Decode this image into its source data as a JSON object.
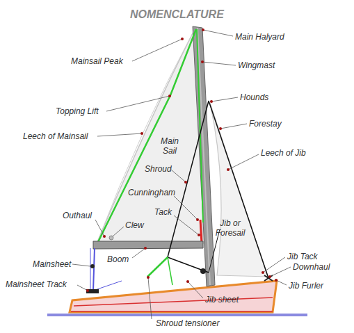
{
  "diagram": {
    "title": "NOMENCLATURE",
    "labels": [
      "Main Halyard",
      "Mainsail Peak",
      "Wingmast",
      "Hounds",
      "Topping Lift",
      "Forestay",
      "Leech of Mainsail",
      "Main Sail",
      "Leech of Jib",
      "Shroud",
      "Cunningham",
      "Tack",
      "Outhaul",
      "Clew",
      "Jib or Foresail",
      "Jib Tack",
      "Mainsheet",
      "Boom",
      "Downhaul",
      "Mainsheet Track",
      "Jib Furler",
      "Jib sheet",
      "Shroud tensioner"
    ]
  }
}
